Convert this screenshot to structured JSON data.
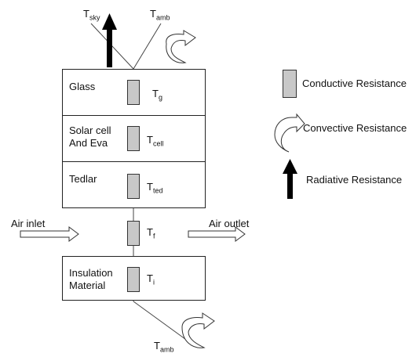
{
  "top": {
    "t_sky": {
      "base": "T",
      "sub": "sky"
    },
    "t_amb": {
      "base": "T",
      "sub": "amb"
    }
  },
  "layers": [
    {
      "name": "Glass",
      "temp": {
        "base": "T",
        "sub": "g"
      }
    },
    {
      "name": "Solar cell\nAnd Eva",
      "temp": {
        "base": "T",
        "sub": "cell"
      }
    },
    {
      "name": "Tedlar",
      "temp": {
        "base": "T",
        "sub": "ted"
      }
    },
    {
      "name": "Insulation\nMaterial",
      "temp": {
        "base": "T",
        "sub": "i"
      }
    }
  ],
  "airflow": {
    "inlet": "Air inlet",
    "outlet": "Air outlet",
    "temp": {
      "base": "T",
      "sub": "f"
    }
  },
  "bottom": {
    "t_amb": {
      "base": "T",
      "sub": "amb"
    }
  },
  "legend": {
    "conductive": "Conductive Resistance",
    "convective": "Convective Resistance",
    "radiative": "Radiative Resistance"
  }
}
